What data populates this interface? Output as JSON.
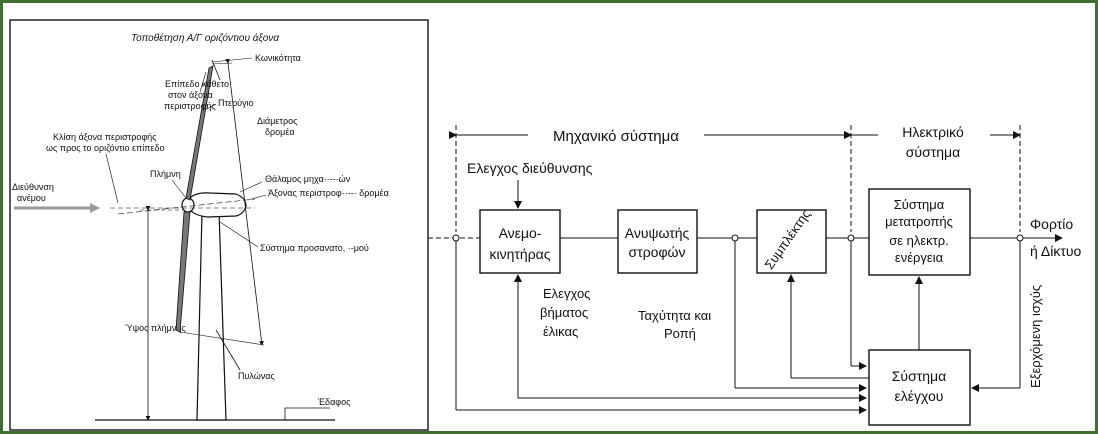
{
  "left_panel": {
    "title": "Τοποθέτηση Α/Γ οριζόντιου άξονα",
    "labels": {
      "konikotita": "Κωνικότητα",
      "epipedo_1": "Επίπεδο κάθετο",
      "epipedo_2": "στον άξονα",
      "epipedo_3": "περιστροφής",
      "pterygio": "Πτερύγιο",
      "diametros_1": "Διάμετρος",
      "diametros_2": "δρομέα",
      "klisi_1": "Κλίση άξονα περιστροφής",
      "klisi_2": "ως προς το οριζόντιο επίπεδο",
      "dieythynsi_1": "Διεύθυνση",
      "dieythynsi_2": "ανέμου",
      "plimni": "Πλήμνη",
      "thalamos": "Θάλαμος μηχα··--·ών",
      "axonas": "Άξονας περιστροφ··--· δρομέα",
      "systima_pros": "Σύστημα προσανατο, ·-μού",
      "ypsos": "Ύψος πλήμνης",
      "pylonas": "Πυλώνας",
      "edafos": "Έδαφος"
    }
  },
  "right_panel": {
    "mechanical_system": "Μηχανικό σύστημα",
    "electrical_system_1": "Ηλεκτρικό",
    "electrical_system_2": "σύστημα",
    "direction_control": "Ελεγχος διεύθυνσης",
    "blocks": {
      "anemokinitiras_1": "Ανεμο-",
      "anemokinitiras_2": "κινητήρας",
      "anypsotis_1": "Ανυψωτής",
      "anypsotis_2": "στροφών",
      "symplektis": "Συμπλέκτης",
      "metatropi_1": "Σύστημα",
      "metatropi_2": "μετατροπής",
      "metatropi_3": "σε ηλεκτρ.",
      "metatropi_4": "ενέργεια",
      "elegxou_1": "Σύστημα",
      "elegxou_2": "ελέγχου"
    },
    "pitch_control_1": "Ελεγχος",
    "pitch_control_2": "βήματος",
    "pitch_control_3": "έλικας",
    "speed_torque_1": "Ταχύτητα και",
    "speed_torque_2": "Ροπή",
    "load_1": "Φορτίο",
    "load_2": "ή Δίκτυο",
    "output_power": "Εξερχόμενη ισχύς"
  },
  "colors": {
    "frame": "#3f6f30",
    "line": "#111111"
  }
}
